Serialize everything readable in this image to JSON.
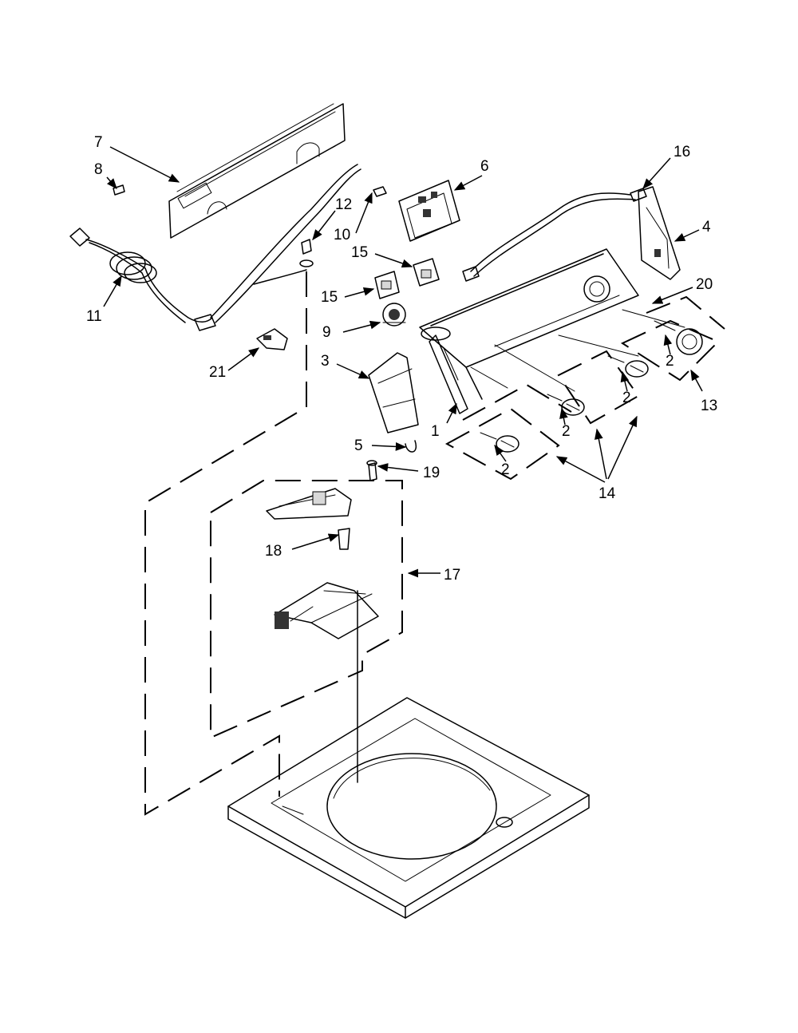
{
  "callouts": {
    "c1": "1",
    "c2a": "2",
    "c2b": "2",
    "c2c": "2",
    "c2d": "2",
    "c3": "3",
    "c4": "4",
    "c5": "5",
    "c6": "6",
    "c7": "7",
    "c8": "8",
    "c9": "9",
    "c10": "10",
    "c11": "11",
    "c12": "12",
    "c13": "13",
    "c14": "14",
    "c15a": "15",
    "c15b": "15",
    "c16": "16",
    "c17": "17",
    "c18": "18",
    "c19": "19",
    "c20": "20",
    "c21": "21"
  }
}
